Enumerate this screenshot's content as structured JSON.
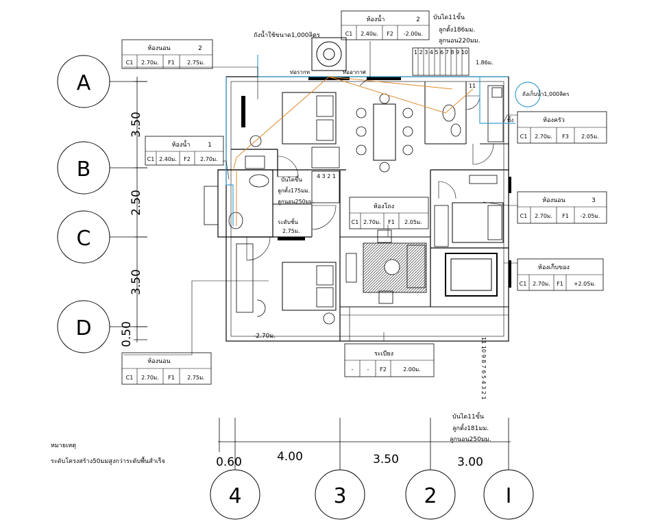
{
  "grid_rows": [
    "A",
    "B",
    "C",
    "D"
  ],
  "grid_cols": [
    "4",
    "3",
    "2",
    "I"
  ],
  "row_dims": [
    "3.50",
    "2.50",
    "3.50",
    "0.50"
  ],
  "col_dims": [
    "0.60",
    "4.00",
    "3.50",
    "3.00"
  ],
  "tags": {
    "bed2": {
      "title": "ห้องนอน",
      "num": "2",
      "c1": "C1",
      "h": "2.70ม.",
      "f": "F1",
      "lvl": "2.75ม."
    },
    "bath1": {
      "title": "ห้องน้ำ",
      "num": "1",
      "c1": "C1",
      "h": "2.40ม.",
      "f": "F2",
      "lvl": "2.70ม."
    },
    "bath2": {
      "title": "ห้องน้ำ",
      "num": "2",
      "c1": "C1",
      "h": "2.40ม.",
      "f": "F2",
      "lvl": "-2.00ม."
    },
    "kitchen": {
      "title": "ห้องครัว",
      "num": "",
      "c1": "C1",
      "h": "2.70ม.",
      "f": "F3",
      "lvl": "2.05ม."
    },
    "bed3": {
      "title": "ห้องนอน",
      "num": "3",
      "c1": "C1",
      "h": "2.70ม.",
      "f": "F1",
      "lvl": "-2.05ม."
    },
    "store": {
      "title": "ห้องเก็บของ",
      "num": "",
      "c1": "C1",
      "h": "2.70ม.",
      "f": "F1",
      "lvl": "+2.05ม."
    },
    "living": {
      "title": "ห้องโถง",
      "num": "",
      "c1": "C1",
      "h": "2.70ม.",
      "f": "F1",
      "lvl": "2.05ม."
    },
    "balcony": {
      "title": "ระเบียง",
      "num": "",
      "c1": "-",
      "h": "-",
      "f": "F2",
      "lvl": "2.00ม."
    },
    "bed1": {
      "title": "ห้องนอน",
      "num": "",
      "c1": "C1",
      "h": "2.70ม.",
      "f": "F1",
      "lvl": "2.75ม."
    }
  },
  "labels": {
    "tank": "ถังน้ำใช้ขนาด1,000ลิตร",
    "pipe_in": "ท่อรากท",
    "pipe_out": "ท่ออากาศ",
    "water_tank2": "ถังเก็บน้ำ1,000ลิตร",
    "kitchen_sink": "ซิ้ง",
    "stair_top_1": "บันได11ขั้น",
    "stair_top_2": "ลูกตั้ง186มม.",
    "stair_top_3": "ลูกนอน220มม.",
    "stair_top_nums": "1 2 3 4 5 6 7 8 9 10",
    "stair_top_n11": "11",
    "stair_top_lvl": "1.86ม.",
    "stair_left_1": "บันไดขึ้น",
    "stair_left_2": "ลูกตั้ง175มม.",
    "stair_left_3": "ลูกนอน250มม.",
    "stair_left_nums": "4 3 2 1",
    "stair_left_lvl_1": "ระดับชั้น",
    "stair_left_lvl_2": "2.75ม.",
    "lvl_bottom": "-2.70ม.",
    "stair_bottom_1": "บันได11ขั้น",
    "stair_bottom_2": "ลูกตั้ง181มม.",
    "stair_bottom_3": "ลูกนอน250มม.",
    "stair_vert_nums": "11 10 9 8 7 6 5 4 3 2 1",
    "note_title": "หมายเหตุ",
    "note_body": "ระดับโครงสร้าง50มมสูงกว่าระดับพื้นสำเร็จ"
  }
}
